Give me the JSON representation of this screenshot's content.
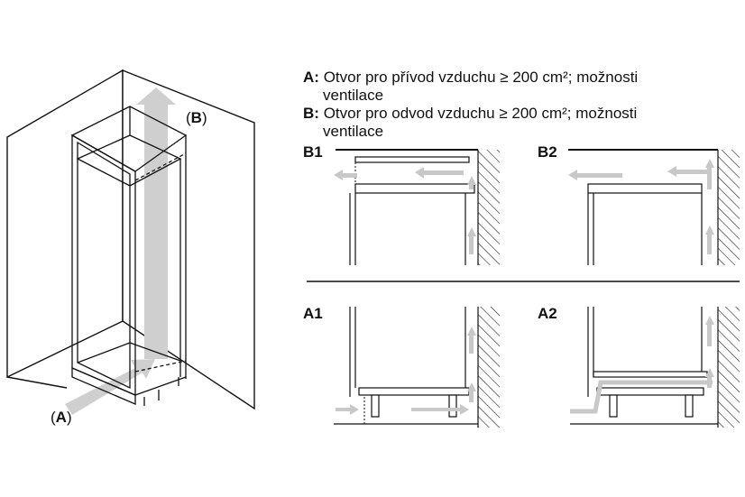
{
  "legend": {
    "a_key": "A:",
    "a_text": "Otvor pro přívod vzduchu ≥ 200 cm²; možnosti",
    "a_text_cont": "ventilace",
    "b_key": "B:",
    "b_text": "Otvor pro odvod vzduchu ≥ 200 cm²; možnosti",
    "b_text_cont": "ventilace"
  },
  "panels": {
    "b1": "B1",
    "b2": "B2",
    "a1": "A1",
    "a2": "A2"
  },
  "callouts": {
    "a_open": "(",
    "a_letter": "A",
    "a_close": ")",
    "b_open": "(",
    "b_letter": "B",
    "b_close": ")"
  },
  "colors": {
    "line": "#111111",
    "arrow": "#c8c8c8",
    "hatch": "#222222"
  }
}
